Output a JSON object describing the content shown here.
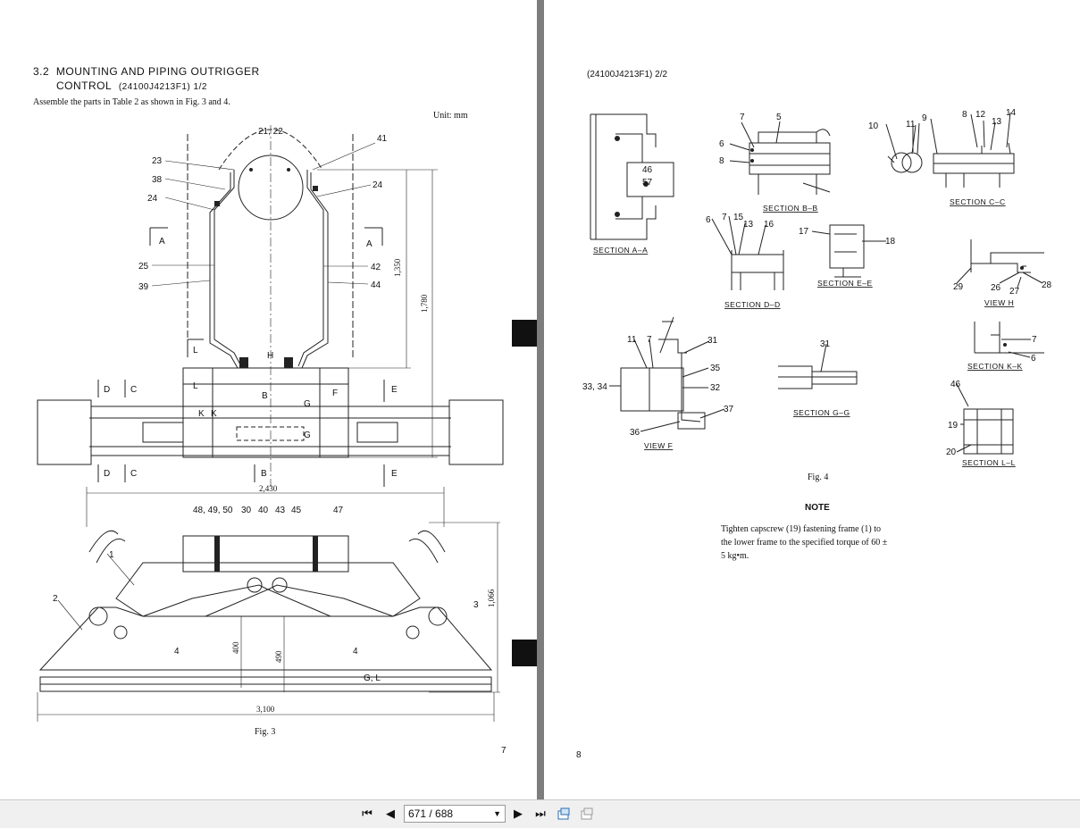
{
  "left_page": {
    "heading_number": "3.2",
    "heading_line1": "MOUNTING AND PIPING OUTRIGGER",
    "heading_line2": "CONTROL",
    "heading_code": "(24100J4213F1) 1/2",
    "instruction": "Assemble the parts in Table 2 as shown in Fig. 3 and 4.",
    "unit": "Unit:  mm",
    "figure_caption": "Fig. 3",
    "page_number": "7",
    "dims": {
      "d1350": "1,350",
      "d1780": "1,780",
      "d2430": "2,430",
      "d1066": "1,066",
      "d400": "400",
      "d490": "490",
      "d3100": "3,100"
    },
    "labels": {
      "l2122": "21, 22",
      "l41": "41",
      "l23": "23",
      "l38": "38",
      "l24a": "24",
      "l24b": "24",
      "l25": "25",
      "l39": "39",
      "l42": "42",
      "l44": "44",
      "A": "A",
      "L": "L",
      "H": "H",
      "D": "D",
      "C": "C",
      "B": "B",
      "F": "F",
      "E": "E",
      "G": "G",
      "K": "K",
      "l484950": "48, 49, 50",
      "l30": "30",
      "l40": "40",
      "l43": "43",
      "l45": "45",
      "l47": "47",
      "l1": "1",
      "l2": "2",
      "l3": "3",
      "l4": "4",
      "GL": "G, L"
    }
  },
  "right_page": {
    "header_code": "(24100J4213F1) 2/2",
    "figure_caption": "Fig. 4",
    "note_title": "NOTE",
    "note_line1": "Tighten  capscrew  (19)  fastening  frame  (1)  to",
    "note_line2": "the  lower  frame  to  the  specified  torque  of  60 ±",
    "note_line3": "5 kg•m.",
    "page_number": "8",
    "sections": {
      "aa": "SECTION  A–A",
      "bb": "SECTION  B–B",
      "cc": "SECTION  C–C",
      "dd": "SECTION  D–D",
      "ee": "SECTION  E–E",
      "h": "VIEW  H",
      "kk": "SECTION  K–K",
      "f": "VIEW  F",
      "gg": "SECTION  G–G",
      "ll": "SECTION  L–L"
    },
    "labels": {
      "n46": "46",
      "n57": "57",
      "n7": "7",
      "n5": "5",
      "n6": "6",
      "n8": "8",
      "n10": "10",
      "n11": "11",
      "n9": "9",
      "n12": "12",
      "n13": "13",
      "n14": "14",
      "n15": "15",
      "n16": "16",
      "n17": "17",
      "n18": "18",
      "n29": "29",
      "n26": "26",
      "n27": "27",
      "n28": "28",
      "n31": "31",
      "n35": "35",
      "n3334": "33, 34",
      "n32": "32",
      "n37": "37",
      "n36": "36",
      "n19": "19",
      "n20": "20"
    }
  },
  "toolbar": {
    "page_value": "671 / 688",
    "icons": [
      "first-page-icon",
      "previous-page-icon",
      "next-page-icon",
      "last-page-icon",
      "fit-page-icon",
      "fit-width-icon"
    ]
  }
}
